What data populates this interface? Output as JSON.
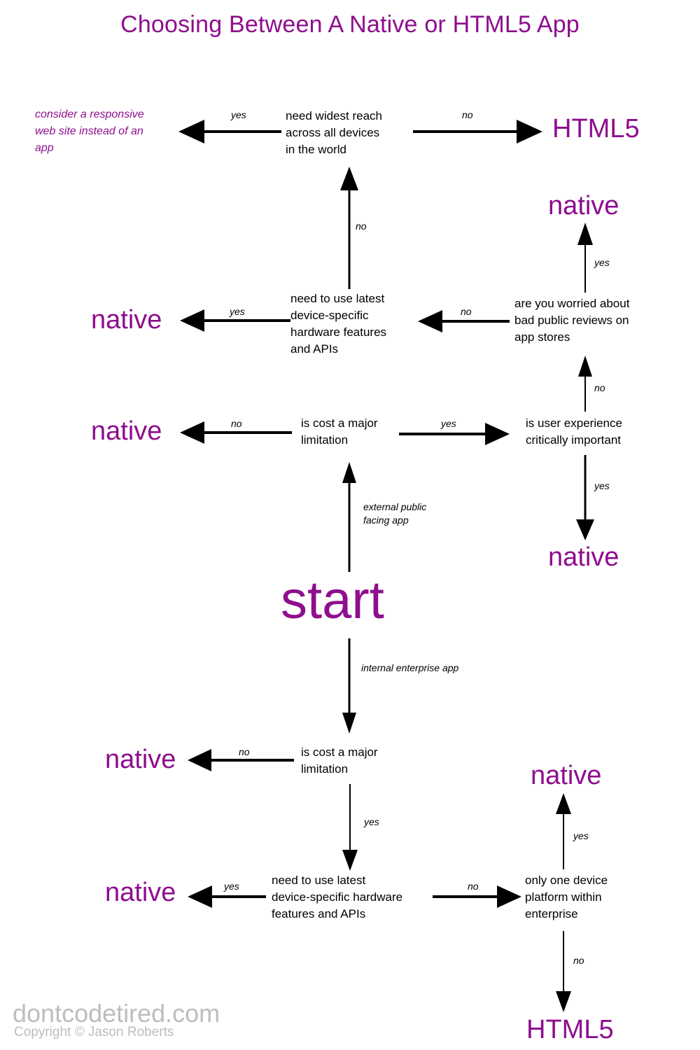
{
  "title": "Choosing Between A Native or HTML5 App",
  "colors": {
    "accent_purple": "#8E0E8E",
    "text_black": "#000000",
    "watermark_gray": "#B3B3B3",
    "background": "#FFFFFF"
  },
  "watermark": {
    "site": "dontcodetired.com",
    "copyright": "Copyright © Jason Roberts"
  },
  "nodes": {
    "start": "start",
    "widest_reach": "need widest reach\nacross all devices\nin the world",
    "responsive_note": "consider a responsive\nweb site instead of an\napp",
    "html5_top": "HTML5",
    "latest_hw_public": "need to use latest\ndevice-specific\nhardware features\nand APIs",
    "native_hw_public": "native",
    "worried_reviews": "are you worried about\nbad public reviews on\napp stores",
    "native_reviews": "native",
    "cost_public": "is cost a major\nlimitation",
    "native_cost_public": "native",
    "user_experience": "is user experience\ncritically important",
    "native_ux": "native",
    "cost_enterprise": "is cost a major\nlimitation",
    "native_cost_enterprise": "native",
    "latest_hw_enterprise": "need to use latest\ndevice-specific hardware\nfeatures and APIs",
    "native_hw_enterprise": "native",
    "one_platform": "only one device\nplatform within\nenterprise",
    "native_one_platform": "native",
    "html5_bottom": "HTML5"
  },
  "edges": [
    {
      "id": "start-external",
      "label": "external public\nfacing app",
      "from": "start",
      "to": "cost_public"
    },
    {
      "id": "start-internal",
      "label": "internal enterprise app",
      "from": "start",
      "to": "cost_enterprise"
    },
    {
      "id": "cost-public-no",
      "label": "no",
      "from": "cost_public",
      "to": "native_cost_public"
    },
    {
      "id": "cost-public-yes",
      "label": "yes",
      "from": "cost_public",
      "to": "user_experience"
    },
    {
      "id": "ux-no",
      "label": "no",
      "from": "user_experience",
      "to": "worried_reviews"
    },
    {
      "id": "ux-yes",
      "label": "yes",
      "from": "user_experience",
      "to": "native_ux"
    },
    {
      "id": "reviews-yes",
      "label": "yes",
      "from": "worried_reviews",
      "to": "native_reviews"
    },
    {
      "id": "reviews-no",
      "label": "no",
      "from": "worried_reviews",
      "to": "latest_hw_public"
    },
    {
      "id": "hw-public-yes",
      "label": "yes",
      "from": "latest_hw_public",
      "to": "native_hw_public"
    },
    {
      "id": "hw-public-no",
      "label": "no",
      "from": "latest_hw_public",
      "to": "widest_reach"
    },
    {
      "id": "widest-yes",
      "label": "yes",
      "from": "widest_reach",
      "to": "responsive_note"
    },
    {
      "id": "widest-no",
      "label": "no",
      "from": "widest_reach",
      "to": "html5_top"
    },
    {
      "id": "cost-ent-no",
      "label": "no",
      "from": "cost_enterprise",
      "to": "native_cost_enterprise"
    },
    {
      "id": "cost-ent-yes",
      "label": "yes",
      "from": "cost_enterprise",
      "to": "latest_hw_enterprise"
    },
    {
      "id": "hw-ent-yes",
      "label": "yes",
      "from": "latest_hw_enterprise",
      "to": "native_hw_enterprise"
    },
    {
      "id": "hw-ent-no",
      "label": "no",
      "from": "latest_hw_enterprise",
      "to": "one_platform"
    },
    {
      "id": "platform-yes",
      "label": "yes",
      "from": "one_platform",
      "to": "native_one_platform"
    },
    {
      "id": "platform-no",
      "label": "no",
      "from": "one_platform",
      "to": "html5_bottom"
    }
  ]
}
